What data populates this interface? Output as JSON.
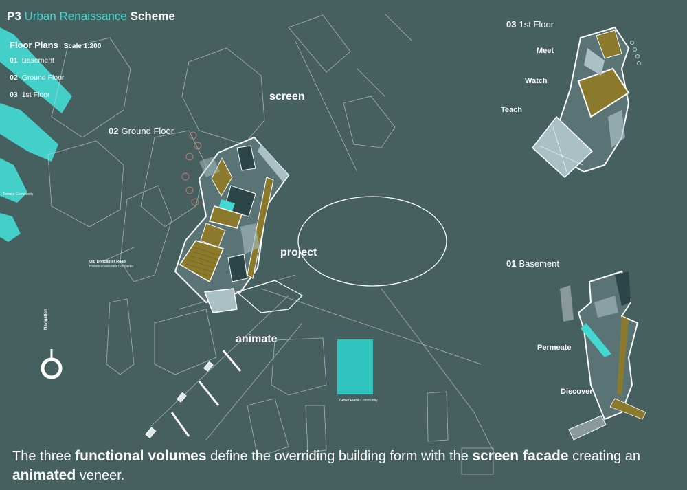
{
  "title": {
    "code": "P3",
    "highlight": "Urban Renaissance",
    "rest": "Scheme"
  },
  "floor_plans": {
    "heading": "Floor Plans",
    "scale": "Scale 1:200",
    "items": [
      {
        "num": "01",
        "label": "Basement"
      },
      {
        "num": "02",
        "label": "Ground Floor"
      },
      {
        "num": "03",
        "label": "1st Floor"
      }
    ]
  },
  "ground_floor_title": {
    "num": "02",
    "label": "Ground Floor"
  },
  "first_floor_title": {
    "num": "03",
    "label": "1st Floor"
  },
  "basement_title": {
    "num": "01",
    "label": "Basement"
  },
  "concepts": {
    "screen": "screen",
    "project": "project",
    "animate": "animate",
    "meet": "Meet",
    "watch": "Watch",
    "teach": "Teach",
    "permeate": "Permeate",
    "discover": "Discover"
  },
  "place_labels": {
    "terrace_bold": "Terrace",
    "terrace_rest": "Community",
    "road_name": "Old Doncaster Road",
    "road_sub": "Historical axis into Doncaster",
    "grove_bold": "Grove Place",
    "grove_rest": "Community"
  },
  "navigation_label": "Navigation",
  "caption": {
    "p1": "The three ",
    "s1": "functional volumes",
    "p2": " define the overriding building form with the ",
    "s2": "screen facade",
    "p3": " creating an ",
    "s3": "animated",
    "p4": " veneer."
  },
  "colors": {
    "background": "#46605f",
    "accent": "#43d9d2",
    "timber": "#8b7a2c",
    "dark_volume": "#2c4648",
    "glass": "#a9c0c4"
  }
}
